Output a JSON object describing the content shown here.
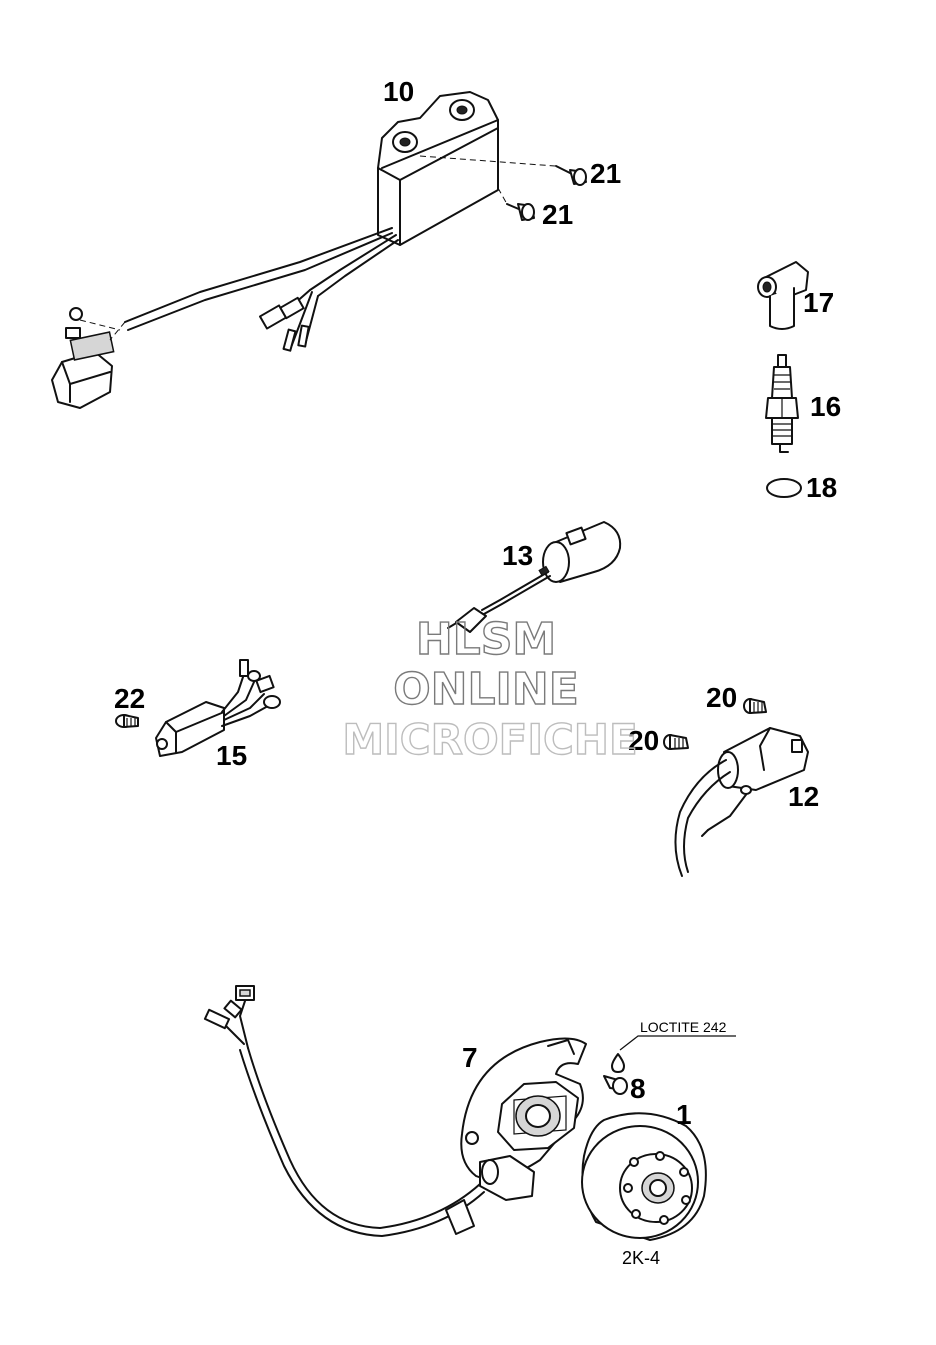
{
  "callouts": {
    "c10": "10",
    "c21a": "21",
    "c21b": "21",
    "c17": "17",
    "c16": "16",
    "c18": "18",
    "c13": "13",
    "c22": "22",
    "c15": "15",
    "c20a": "20",
    "c20b": "20",
    "c12": "12",
    "c7": "7",
    "c8": "8",
    "c1": "1"
  },
  "note_loctite": "LOCTITE 242",
  "diagram_ref": "2K-4",
  "watermark": {
    "line1": "HLSM",
    "line2": "ONLINE",
    "line3": "MICROFICHE"
  },
  "colors": {
    "ink": "#111111",
    "watermark_stroke": "#7a7a7a",
    "watermark_light": "#bdbdbd"
  }
}
